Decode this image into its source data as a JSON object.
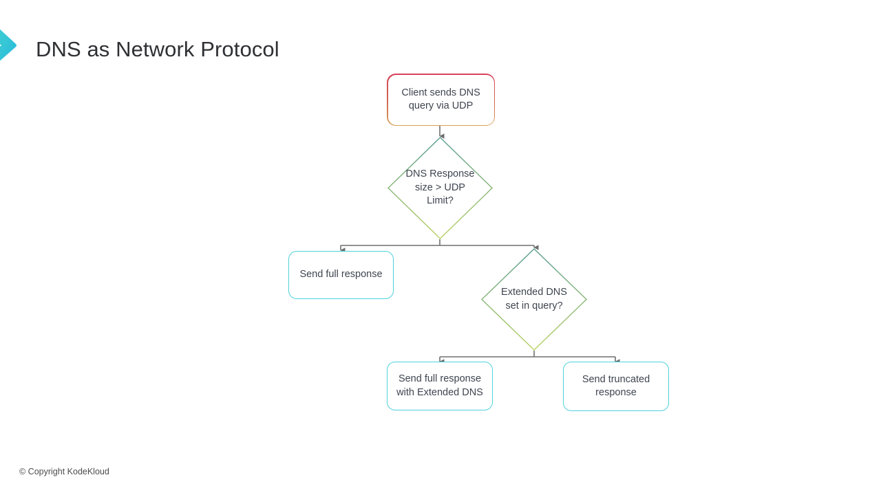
{
  "slide": {
    "title": "DNS as Network Protocol",
    "footer": "© Copyright KodeKloud",
    "logo_icon": "chevron-right-logo-icon"
  },
  "theme": {
    "background": "#ffffff",
    "title_color": "#2f3033",
    "node_text_color": "#3e444f",
    "connector_color": "#6e6e6e",
    "logo_gradient_from": "#3fd0d4",
    "logo_gradient_to": "#2bb8d8",
    "start_border_from": "#d7405a",
    "start_border_to": "#d99a52",
    "decision_border_from": "#6aa58f",
    "decision_border_to": "#b9d36a",
    "process_border": "#4fd1d9"
  },
  "chart_data": {
    "type": "flowchart",
    "title": "DNS as Network Protocol",
    "nodes": [
      {
        "id": "n1",
        "kind": "process",
        "label": "Client sends DNS query via UDP",
        "lines": [
          "Client sends DNS",
          "query via UDP"
        ],
        "border_style": "gradient-red-orange"
      },
      {
        "id": "n2",
        "kind": "decision",
        "label": "DNS Response size > UDP Limit?",
        "lines": [
          "DNS",
          "Response",
          "size > UDP",
          "Limit?"
        ],
        "border_style": "gradient-green"
      },
      {
        "id": "n3",
        "kind": "process",
        "label": "Send full response",
        "lines": [
          "Send full",
          "response"
        ],
        "border_style": "cyan"
      },
      {
        "id": "n4",
        "kind": "decision",
        "label": "Extended DNS set in query?",
        "lines": [
          "Extended",
          "DNS set in",
          "query?"
        ],
        "border_style": "gradient-green"
      },
      {
        "id": "n5",
        "kind": "process",
        "label": "Send full response with Extended DNS",
        "lines": [
          "Send full",
          "response with",
          "Extended DNS"
        ],
        "border_style": "cyan"
      },
      {
        "id": "n6",
        "kind": "process",
        "label": "Send truncated response",
        "lines": [
          "Send truncated",
          "response"
        ],
        "border_style": "cyan"
      }
    ],
    "edges": [
      {
        "from": "n1",
        "to": "n2",
        "label": ""
      },
      {
        "from": "n2",
        "to": "n3",
        "label": ""
      },
      {
        "from": "n2",
        "to": "n4",
        "label": ""
      },
      {
        "from": "n4",
        "to": "n5",
        "label": ""
      },
      {
        "from": "n4",
        "to": "n6",
        "label": ""
      }
    ]
  }
}
